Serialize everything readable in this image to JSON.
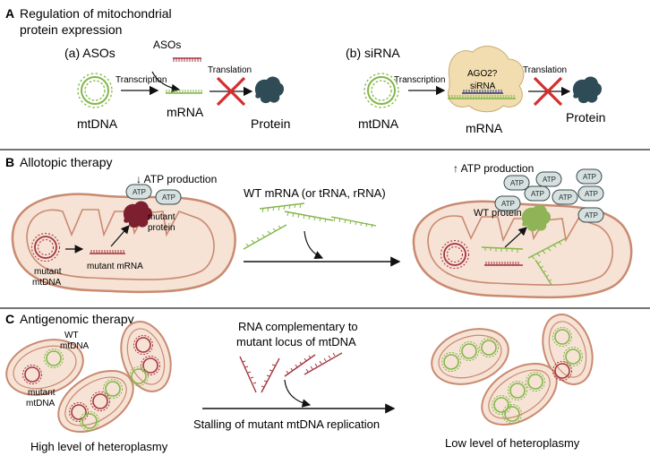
{
  "panel_a": {
    "letter": "A",
    "title_line1": "Regulation of mitochondrial",
    "title_line2": "protein expression",
    "left": {
      "heading": "(a) ASOs",
      "aso_label": "ASOs",
      "transcription": "Transcription",
      "translation": "Translation",
      "mtdna": "mtDNA",
      "mrna": "mRNA",
      "protein": "Protein"
    },
    "right": {
      "heading": "(b) siRNA",
      "transcription": "Transcription",
      "translation": "Translation",
      "ago2": "AGO2?",
      "sirna": "siRNA",
      "mtdna": "mtDNA",
      "mrna": "mRNA",
      "protein": "Protein"
    }
  },
  "panel_b": {
    "letter": "B",
    "title": "Allotopic therapy",
    "atp_down": "↓ ATP production",
    "mutant_protein_1": "mutant",
    "mutant_protein_2": "protein",
    "mutant_mrna": "mutant mRNA",
    "mutant_mtdna_1": "mutant",
    "mutant_mtdna_2": "mtDNA",
    "wt_mrna": "WT mRNA (or tRNA, rRNA)",
    "atp_up": "↑ ATP production",
    "wt_protein": "WT protein",
    "atp": "ATP"
  },
  "panel_c": {
    "letter": "C",
    "title": "Antigenomic therapy",
    "wt_1": "WT",
    "wt_2": "mtDNA",
    "mutant_1": "mutant",
    "mutant_2": "mtDNA",
    "rna_line1": "RNA complementary to",
    "rna_line2": "mutant locus of mtDNA",
    "stalling": "Stalling of mutant mtDNA replication",
    "high": "High level of heteroplasmy",
    "low": "Low level of heteroplasmy"
  },
  "colors": {
    "mito_fill": "#f6e3d6",
    "mito_stroke": "#c98a70",
    "green_dna": "#84b64a",
    "red_dna": "#a5353e",
    "protein": "#2f4b55",
    "mutant_protein": "#7d1f2f",
    "wt_protein": "#8fb458",
    "atp_fill": "#d5e0df",
    "cross": "#d62e2e",
    "ago2": "#f1ddb0"
  }
}
